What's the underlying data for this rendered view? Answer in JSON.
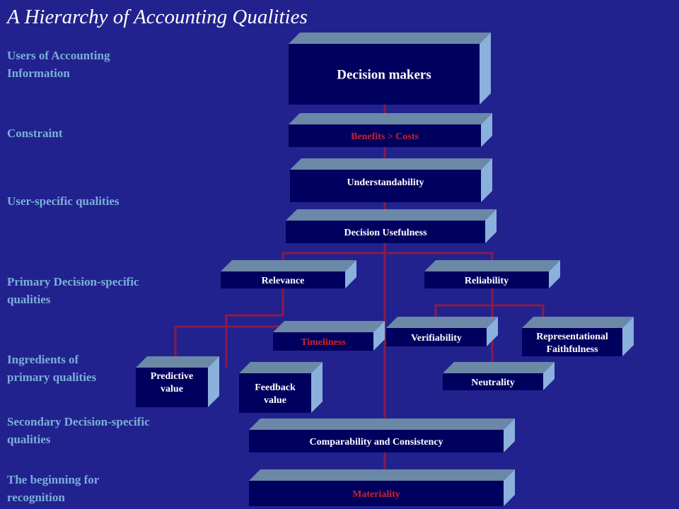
{
  "title": "A Hierarchy of Accounting Qualities",
  "levels": [
    {
      "line1": "Users of Accounting",
      "line2": "Information"
    },
    {
      "line1": "Constraint",
      "line2": ""
    },
    {
      "line1": "User-specific  qualities",
      "line2": ""
    },
    {
      "line1": "Primary Decision-specific",
      "line2": "qualities"
    },
    {
      "line1": "Ingredients of",
      "line2": "primary qualities"
    },
    {
      "line1": "Secondary Decision-specific",
      "line2": "qualities"
    },
    {
      "line1": "The beginning for",
      "line2": "recognition"
    }
  ],
  "boxes": {
    "decision_makers": "Decision makers",
    "benefits_costs": "Benefits > Costs",
    "understandability": "Understandability",
    "decision_usefulness": "Decision Usefulness",
    "relevance": "Relevance",
    "reliability": "Reliability",
    "timeliness": "Timeliness",
    "verifiability": "Verifiability",
    "representational_1": "Representational",
    "representational_2": "Faithfulness",
    "predictive_1": "Predictive",
    "predictive_2": "value",
    "feedback_1": "Feedback",
    "feedback_2": "value",
    "neutrality": "Neutrality",
    "comparability": "Comparability and Consistency",
    "materiality": "Materiality"
  },
  "colors": {
    "background": "#22228f",
    "box_front": "#00005e",
    "box_top": "#6b88a6",
    "box_side": "#8ab0dc",
    "connector": "#8a1a4a",
    "white_text": "#ffffff",
    "red_text": "#c8242c",
    "label_text": "#7ab0d8"
  }
}
